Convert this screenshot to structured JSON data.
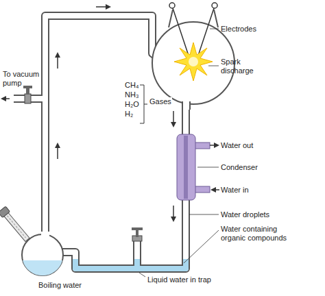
{
  "diagram": {
    "labels": [
      "Electrodes",
      "To vacuum pump",
      "Spark discharge",
      "CH₄",
      "NH₃",
      "H₂O",
      "H₂",
      "Gases",
      "Water out",
      "Condenser",
      "Water in",
      "Water droplets",
      "Boiling water",
      "Water containing organic compounds",
      "Liquid water in trap"
    ]
  }
}
